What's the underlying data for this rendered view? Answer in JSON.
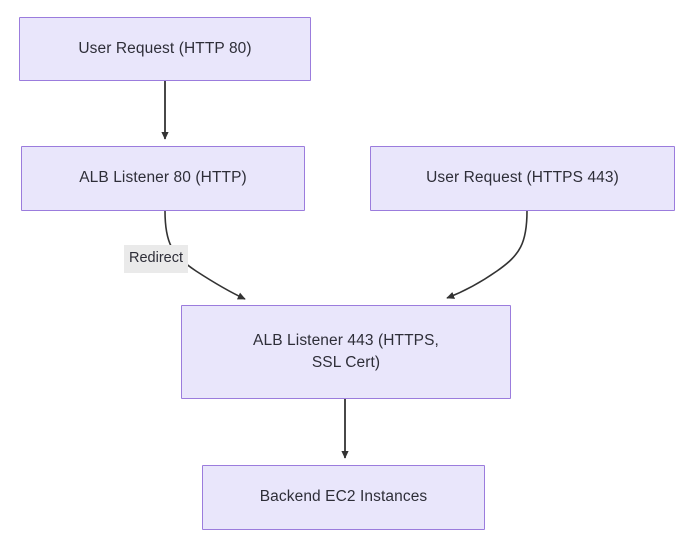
{
  "diagram": {
    "type": "flowchart",
    "direction": "top-down",
    "background_color": "#ffffff",
    "node_fill_color": "#e9e6fb",
    "node_border_color": "#9b7cdd",
    "node_text_color": "#2e2e38",
    "edge_color": "#333333",
    "edge_label_background": "#eaeaea",
    "nodes": [
      {
        "id": "user-http",
        "label": "User Request (HTTP 80)"
      },
      {
        "id": "alb-80",
        "label": "ALB Listener 80 (HTTP)"
      },
      {
        "id": "user-https",
        "label": "User Request (HTTPS 443)"
      },
      {
        "id": "alb-443",
        "label": "ALB Listener 443 (HTTPS,\nSSL Cert)"
      },
      {
        "id": "backend",
        "label": "Backend EC2 Instances"
      }
    ],
    "edges": [
      {
        "from": "user-http",
        "to": "alb-80",
        "label": "",
        "style": "straight-arrow"
      },
      {
        "from": "alb-80",
        "to": "alb-443",
        "label": "Redirect",
        "style": "curved-arrow"
      },
      {
        "from": "user-https",
        "to": "alb-443",
        "label": "",
        "style": "curved-arrow"
      },
      {
        "from": "alb-443",
        "to": "backend",
        "label": "",
        "style": "straight-arrow"
      }
    ]
  }
}
